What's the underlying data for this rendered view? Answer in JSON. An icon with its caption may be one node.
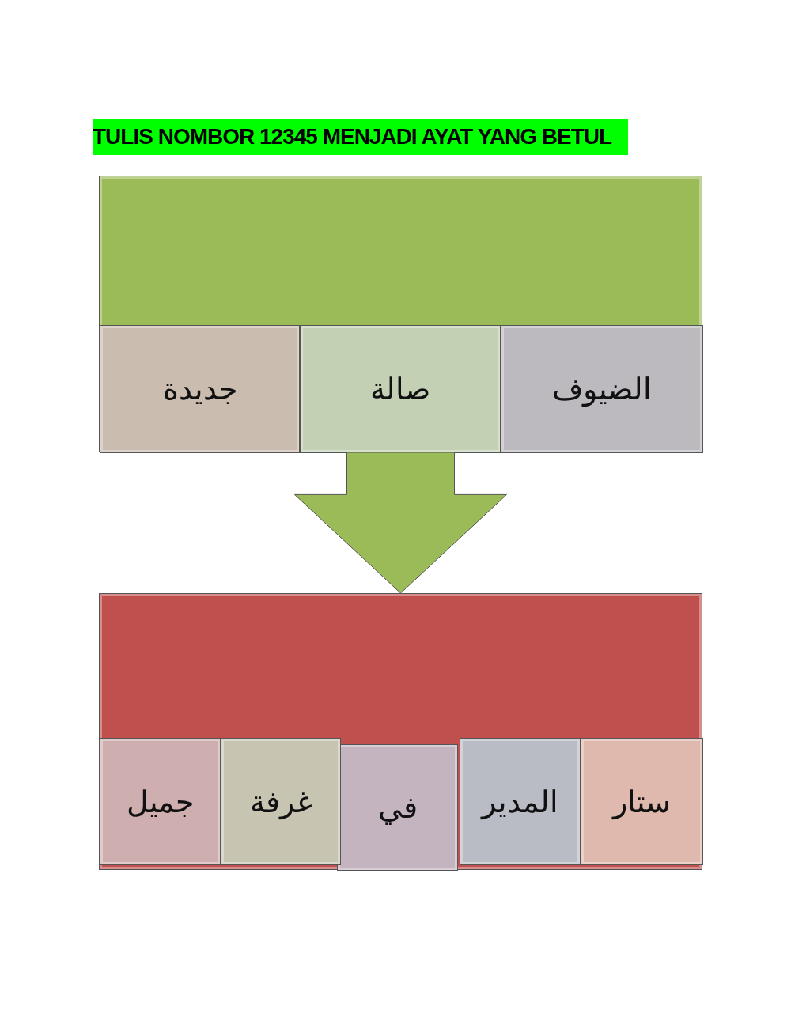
{
  "diagram": {
    "title": "TULIS NOMBOR 12345 MENJADI AYAT YANG BETUL",
    "nodes": [
      {
        "text": [],
        "shape": "box"
      },
      {
        "text": [
          "الضيوف"
        ],
        "in": 0
      },
      {
        "text": [
          "صالة"
        ],
        "in": 0
      },
      {
        "text": [
          "جديدة"
        ],
        "in": 0
      },
      {
        "text": [],
        "shape": "box"
      },
      {
        "text": [
          "ستار"
        ],
        "in": 4
      },
      {
        "text": [
          "المدير"
        ],
        "in": 4
      },
      {
        "text": [
          "في"
        ],
        "in": 4
      },
      {
        "text": [
          "غرفة"
        ],
        "in": 4
      },
      {
        "text": [
          "جميل"
        ],
        "in": 4
      }
    ],
    "edges": [
      {
        "from": 0,
        "to": 4,
        "arrow": "to",
        "style": "thick"
      }
    ]
  }
}
